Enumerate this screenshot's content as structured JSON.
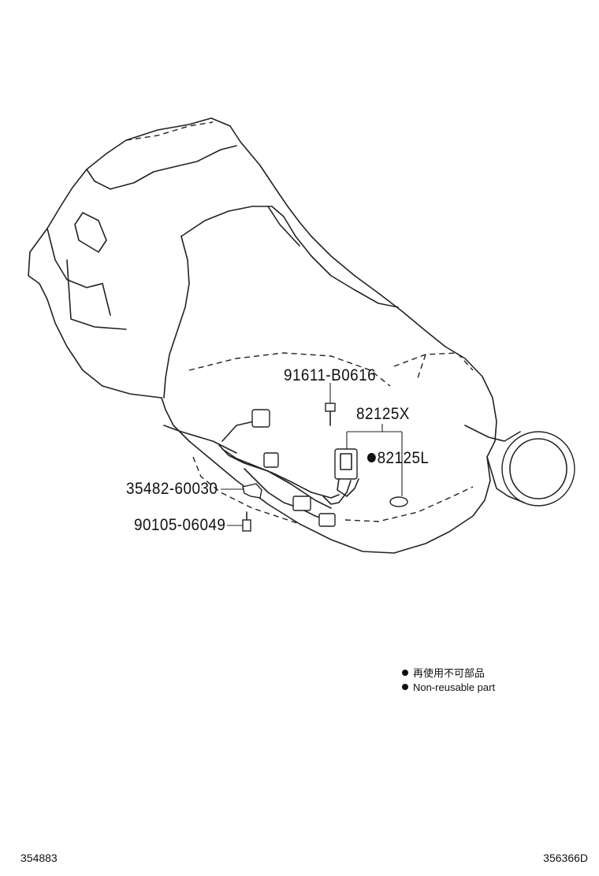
{
  "parts": {
    "bolt_top": "91611-B0616",
    "sensor": "82125X",
    "gasket": "82125L",
    "clamp": "35482-60030",
    "bolt_bottom": "90105-06049"
  },
  "legend": {
    "jp": "再使用不可部品",
    "en": "Non-reusable part"
  },
  "refs": {
    "left": "354883",
    "right": "356366D"
  }
}
